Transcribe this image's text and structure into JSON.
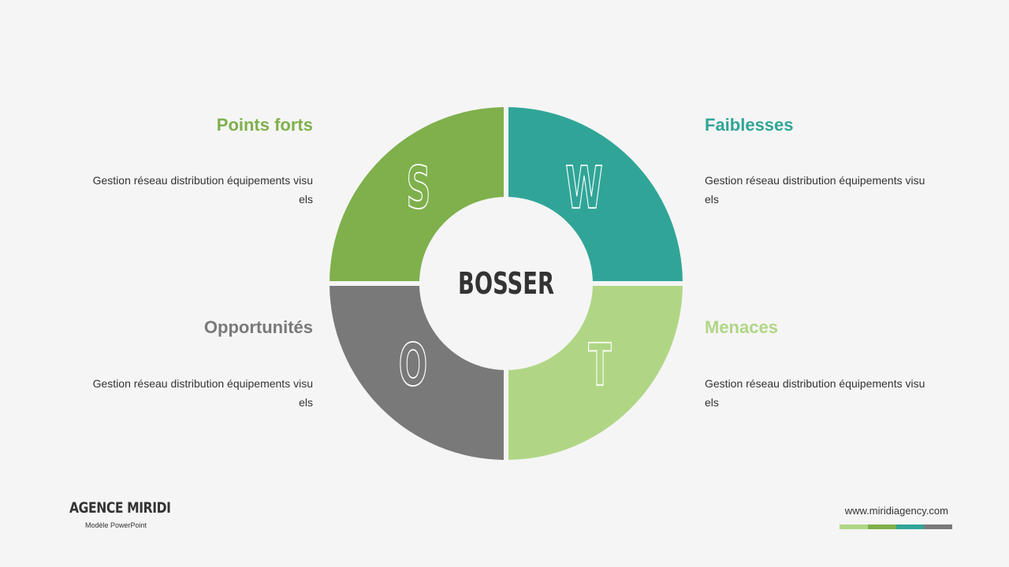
{
  "center_label": "BOSSER",
  "quadrants": [
    {
      "key": "s",
      "letter": "S",
      "title": "Points forts",
      "description_line1": "Gestion réseau distribution équipements visu",
      "description_line2": "els",
      "color": "#7fb04c"
    },
    {
      "key": "w",
      "letter": "W",
      "title": "Faiblesses",
      "description_line1": "Gestion réseau distribution équipements visu",
      "description_line2": "els",
      "color": "#30a597"
    },
    {
      "key": "o",
      "letter": "O",
      "title": "Opportunités",
      "description_line1": "Gestion réseau distribution équipements visu",
      "description_line2": "els",
      "color": "#7a797a"
    },
    {
      "key": "t",
      "letter": "T",
      "title": "Menaces",
      "description_line1": "Gestion réseau distribution équipements visu",
      "description_line2": "els",
      "color": "#b0d685"
    }
  ],
  "footer": {
    "brand": "AGENCE MIRIDI",
    "subtitle": "Modèle PowerPoint",
    "website": "www.miridiagency.com",
    "bar_colors": [
      "#b0d685",
      "#7fb04c",
      "#30a597",
      "#7a797a"
    ]
  }
}
